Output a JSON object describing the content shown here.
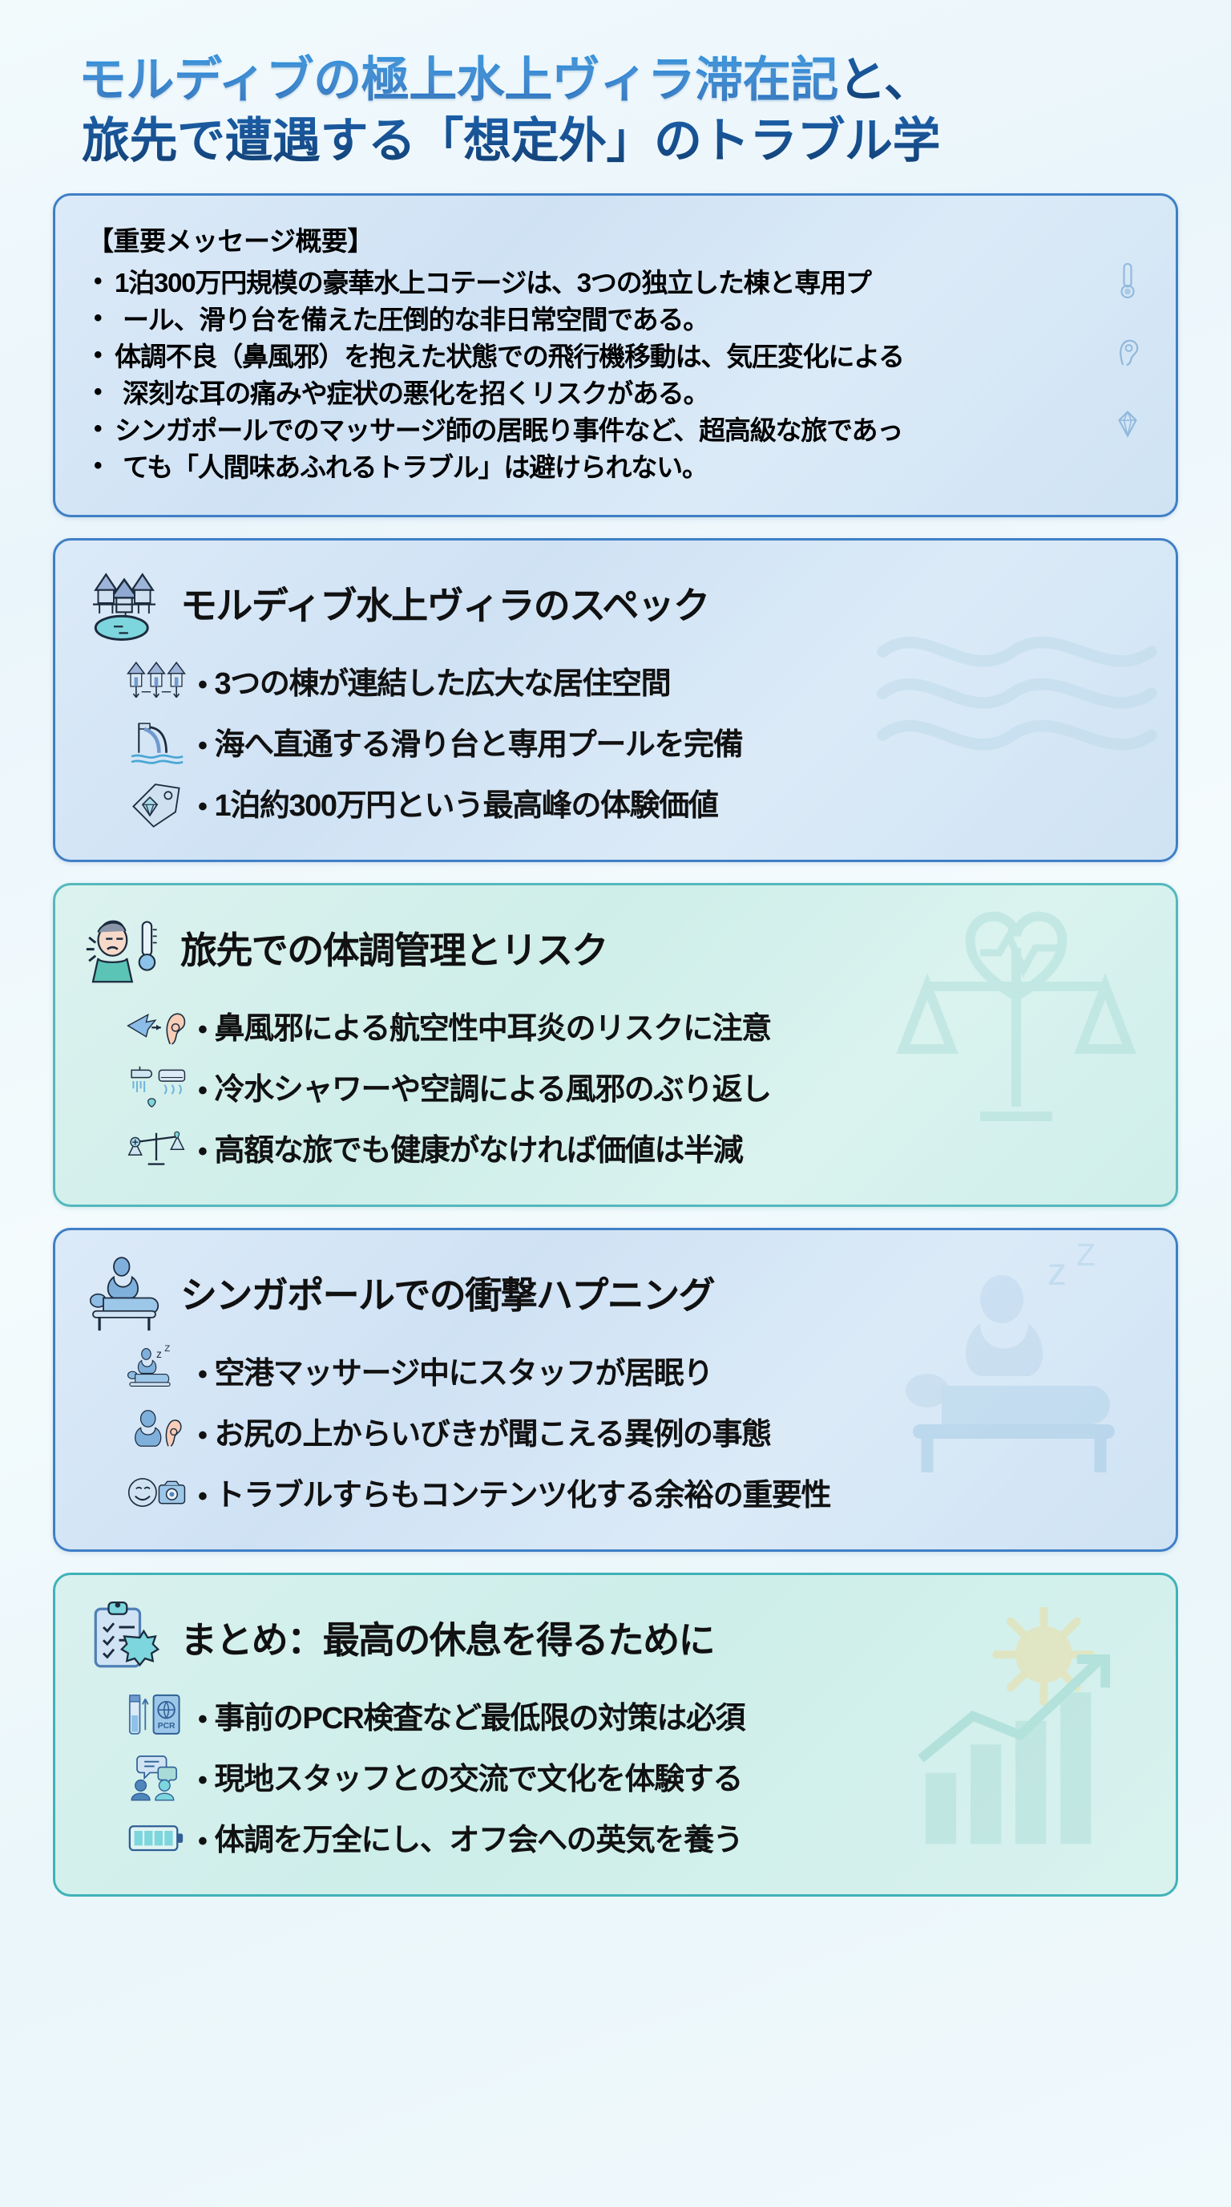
{
  "title": {
    "line1": "モルディブの極上水上ヴィラ滞在記と、",
    "line1_a": "モルディブの極上水上ヴィラ滞在記",
    "line1_b": "と、",
    "line2": "旅先で遭遇する「想定外」のトラブル学"
  },
  "intro": {
    "heading": "【重要メッセージ概要】",
    "bullets": [
      "1泊300万円規模の豪華水上コテージは、3つの独立した棟と専用プ",
      "ール、滑り台を備えた圧倒的な非日常空間である。",
      "体調不良（鼻風邪）を抱えた状態での飛行機移動は、気圧変化による",
      "深刻な耳の痛みや症状の悪化を招くリスクがある。",
      "シンガポールでのマッサージ師の居眠り事件など、超高級な旅であっ",
      "ても「人間味あふれるトラブル」は避けられない。"
    ],
    "bullet_groups": [
      {
        "marked": true,
        "text": "1泊300万円規模の豪華水上コテージは、3つの独立した棟と専用プ"
      },
      {
        "marked": false,
        "text": "ール、滑り台を備えた圧倒的な非日常空間である。"
      },
      {
        "marked": true,
        "text": "体調不良（鼻風邪）を抱えた状態での飛行機移動は、気圧変化による"
      },
      {
        "marked": false,
        "text": "深刻な耳の痛みや症状の悪化を招くリスクがある。"
      },
      {
        "marked": true,
        "text": "シンガポールでのマッサージ師の居眠り事件など、超高級な旅であっ"
      },
      {
        "marked": false,
        "text": "ても「人間味あふれるトラブル」は避けられない。"
      }
    ],
    "side_icons": [
      "thermometer-icon",
      "ear-icon",
      "diamond-icon"
    ]
  },
  "sections": [
    {
      "id": "villa-spec",
      "theme": "blue",
      "heading": "モルディブ水上ヴィラのスペック",
      "heading_icon": "overwater-villa-icon",
      "watermark_icon": "wave-icon",
      "rows": [
        {
          "icon": "three-huts-icon",
          "text": "3つの棟が連結した広大な居住空間"
        },
        {
          "icon": "water-slide-icon",
          "text": "海へ直通する滑り台と専用プールを完備"
        },
        {
          "icon": "diamond-tag-icon",
          "text": "1泊約300万円という最高峰の体験価値"
        }
      ]
    },
    {
      "id": "health-risk",
      "theme": "mint",
      "heading": "旅先での体調管理とリスク",
      "heading_icon": "sick-person-thermometer-icon",
      "watermark_icon": "heartbeat-scale-icon",
      "rows": [
        {
          "icon": "plane-to-ear-icon",
          "text": "鼻風邪による航空性中耳炎のリスクに注意"
        },
        {
          "icon": "shower-aircon-icon",
          "text": "冷水シャワーや空調による風邪のぶり返し"
        },
        {
          "icon": "balance-scale-icon",
          "text": "高額な旅でも健康がなければ価値は半減"
        }
      ]
    },
    {
      "id": "singapore-happening",
      "theme": "blue",
      "heading": "シンガポールでの衝撃ハプニング",
      "heading_icon": "massage-table-icon",
      "watermark_icon": "sleeping-masseur-icon",
      "rows": [
        {
          "icon": "sleeping-massage-icon",
          "text": "空港マッサージ中にスタッフが居眠り"
        },
        {
          "icon": "snoring-ear-icon",
          "text": "お尻の上からいびきが聞こえる異例の事態"
        },
        {
          "icon": "smile-camera-icon",
          "text": "トラブルすらもコンテンツ化する余裕の重要性"
        }
      ]
    },
    {
      "id": "summary",
      "theme": "deepmint",
      "heading": "まとめ：最高の休息を得るために",
      "heading_icon": "clipboard-check-badge-icon",
      "watermark_icon": "sun-growth-chart-icon",
      "rows": [
        {
          "icon": "pcr-test-passport-icon",
          "text": "事前のPCR検査など最低限の対策は必須"
        },
        {
          "icon": "people-chat-icon",
          "text": "現地スタッフとの交流で文化を体験する"
        },
        {
          "icon": "battery-full-icon",
          "text": "体調を万全にし、オフ会への英気を養う"
        }
      ]
    }
  ],
  "colors": {
    "title_blue": "#2f8ada",
    "title_navy": "#174f8e",
    "card_blue_border": "#3f7fc6",
    "card_mint_border": "#54b8bd",
    "page_bg": "#eef7fb"
  }
}
